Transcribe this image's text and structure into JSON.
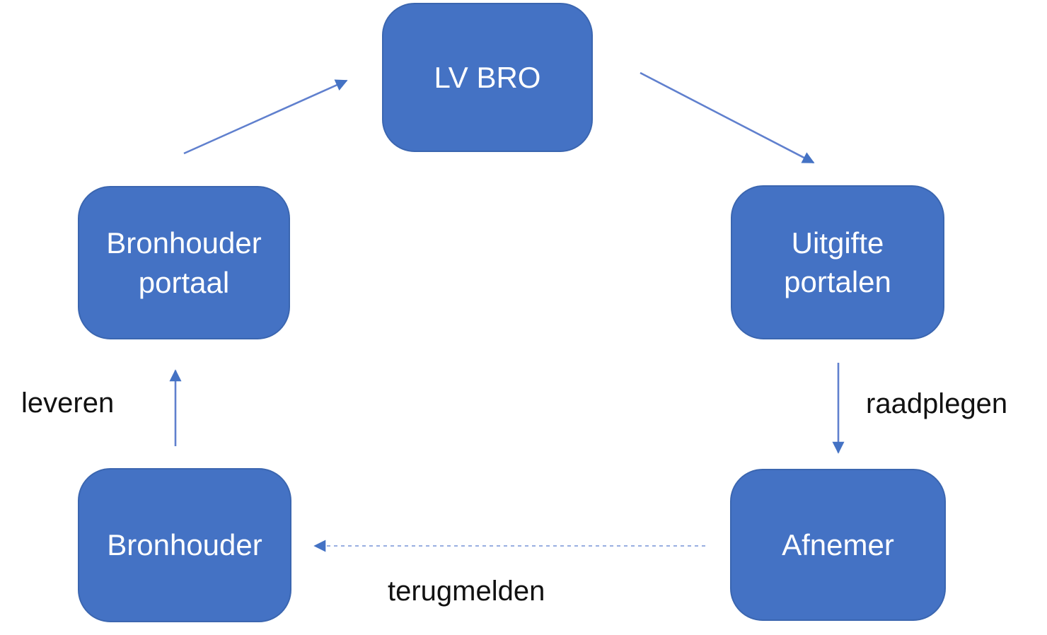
{
  "diagram": {
    "colors": {
      "background": "#ffffff",
      "node_fill": "#4472C4",
      "node_border": "#3b66b0",
      "node_text": "#ffffff",
      "edge_line": "#6080ce",
      "edge_line_dashed": "#8aa2dd",
      "arrow_head": "#4472C4",
      "label_text": "#111111"
    },
    "nodes": {
      "lv_bro": {
        "label": "LV BRO"
      },
      "bronhouder_portaal": {
        "label": "Bronhouder portaal"
      },
      "uitgifte_portalen": {
        "label": "Uitgifte portalen"
      },
      "bronhouder": {
        "label": "Bronhouder"
      },
      "afnemer": {
        "label": "Afnemer"
      }
    },
    "edges": {
      "bronhouder_portaal_to_lv_bro": {
        "from": "Bronhouder portaal",
        "to": "LV BRO",
        "style": "solid",
        "label": ""
      },
      "lv_bro_to_uitgifte_portalen": {
        "from": "LV BRO",
        "to": "Uitgifte portalen",
        "style": "solid",
        "label": ""
      },
      "uitgifte_portalen_to_afnemer": {
        "from": "Uitgifte portalen",
        "to": "Afnemer",
        "style": "solid",
        "label": "raadplegen"
      },
      "afnemer_to_bronhouder": {
        "from": "Afnemer",
        "to": "Bronhouder",
        "style": "dashed",
        "label": "terugmelden"
      },
      "bronhouder_to_bronhouder_portaal": {
        "from": "Bronhouder",
        "to": "Bronhouder portaal",
        "style": "solid",
        "label": "leveren"
      }
    }
  }
}
